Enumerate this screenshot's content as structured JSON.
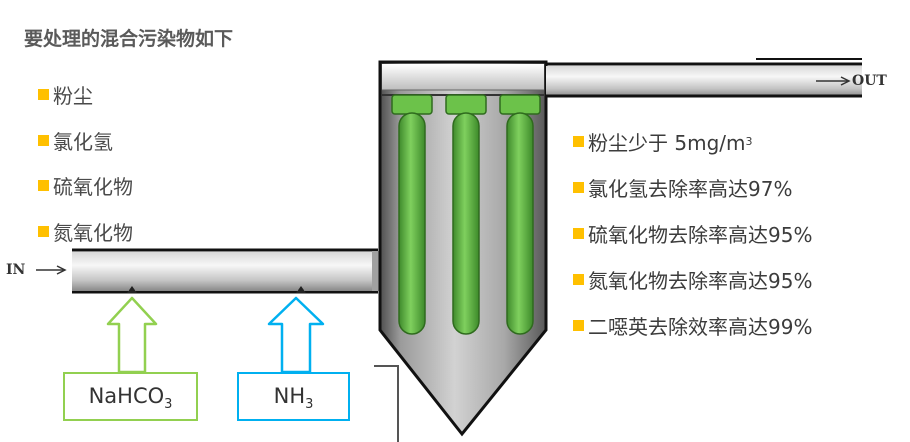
{
  "title": "要处理的混合污染物如下",
  "pollutants": [
    "粉尘",
    "氯化氢",
    "硫氧化物",
    "氮氧化物"
  ],
  "results": [
    {
      "text": "粉尘少于 5mg/m",
      "sup": "3"
    },
    {
      "text": "氯化氢去除率高达97%"
    },
    {
      "text": "硫氧化物去除率高达95%"
    },
    {
      "text": "氮氧化物去除率高达95%"
    },
    {
      "text": "二噁英去除效率高达99%"
    }
  ],
  "inlet_label": "IN",
  "outlet_label": "OUT",
  "reagents": [
    {
      "main": "NaHCO",
      "sub": "3",
      "color": "#92d050"
    },
    {
      "main": "NH",
      "sub": "3",
      "color": "#00b0f0"
    }
  ],
  "colors": {
    "bullet": "#ffc000",
    "filter_tube": "#67b84a"
  }
}
